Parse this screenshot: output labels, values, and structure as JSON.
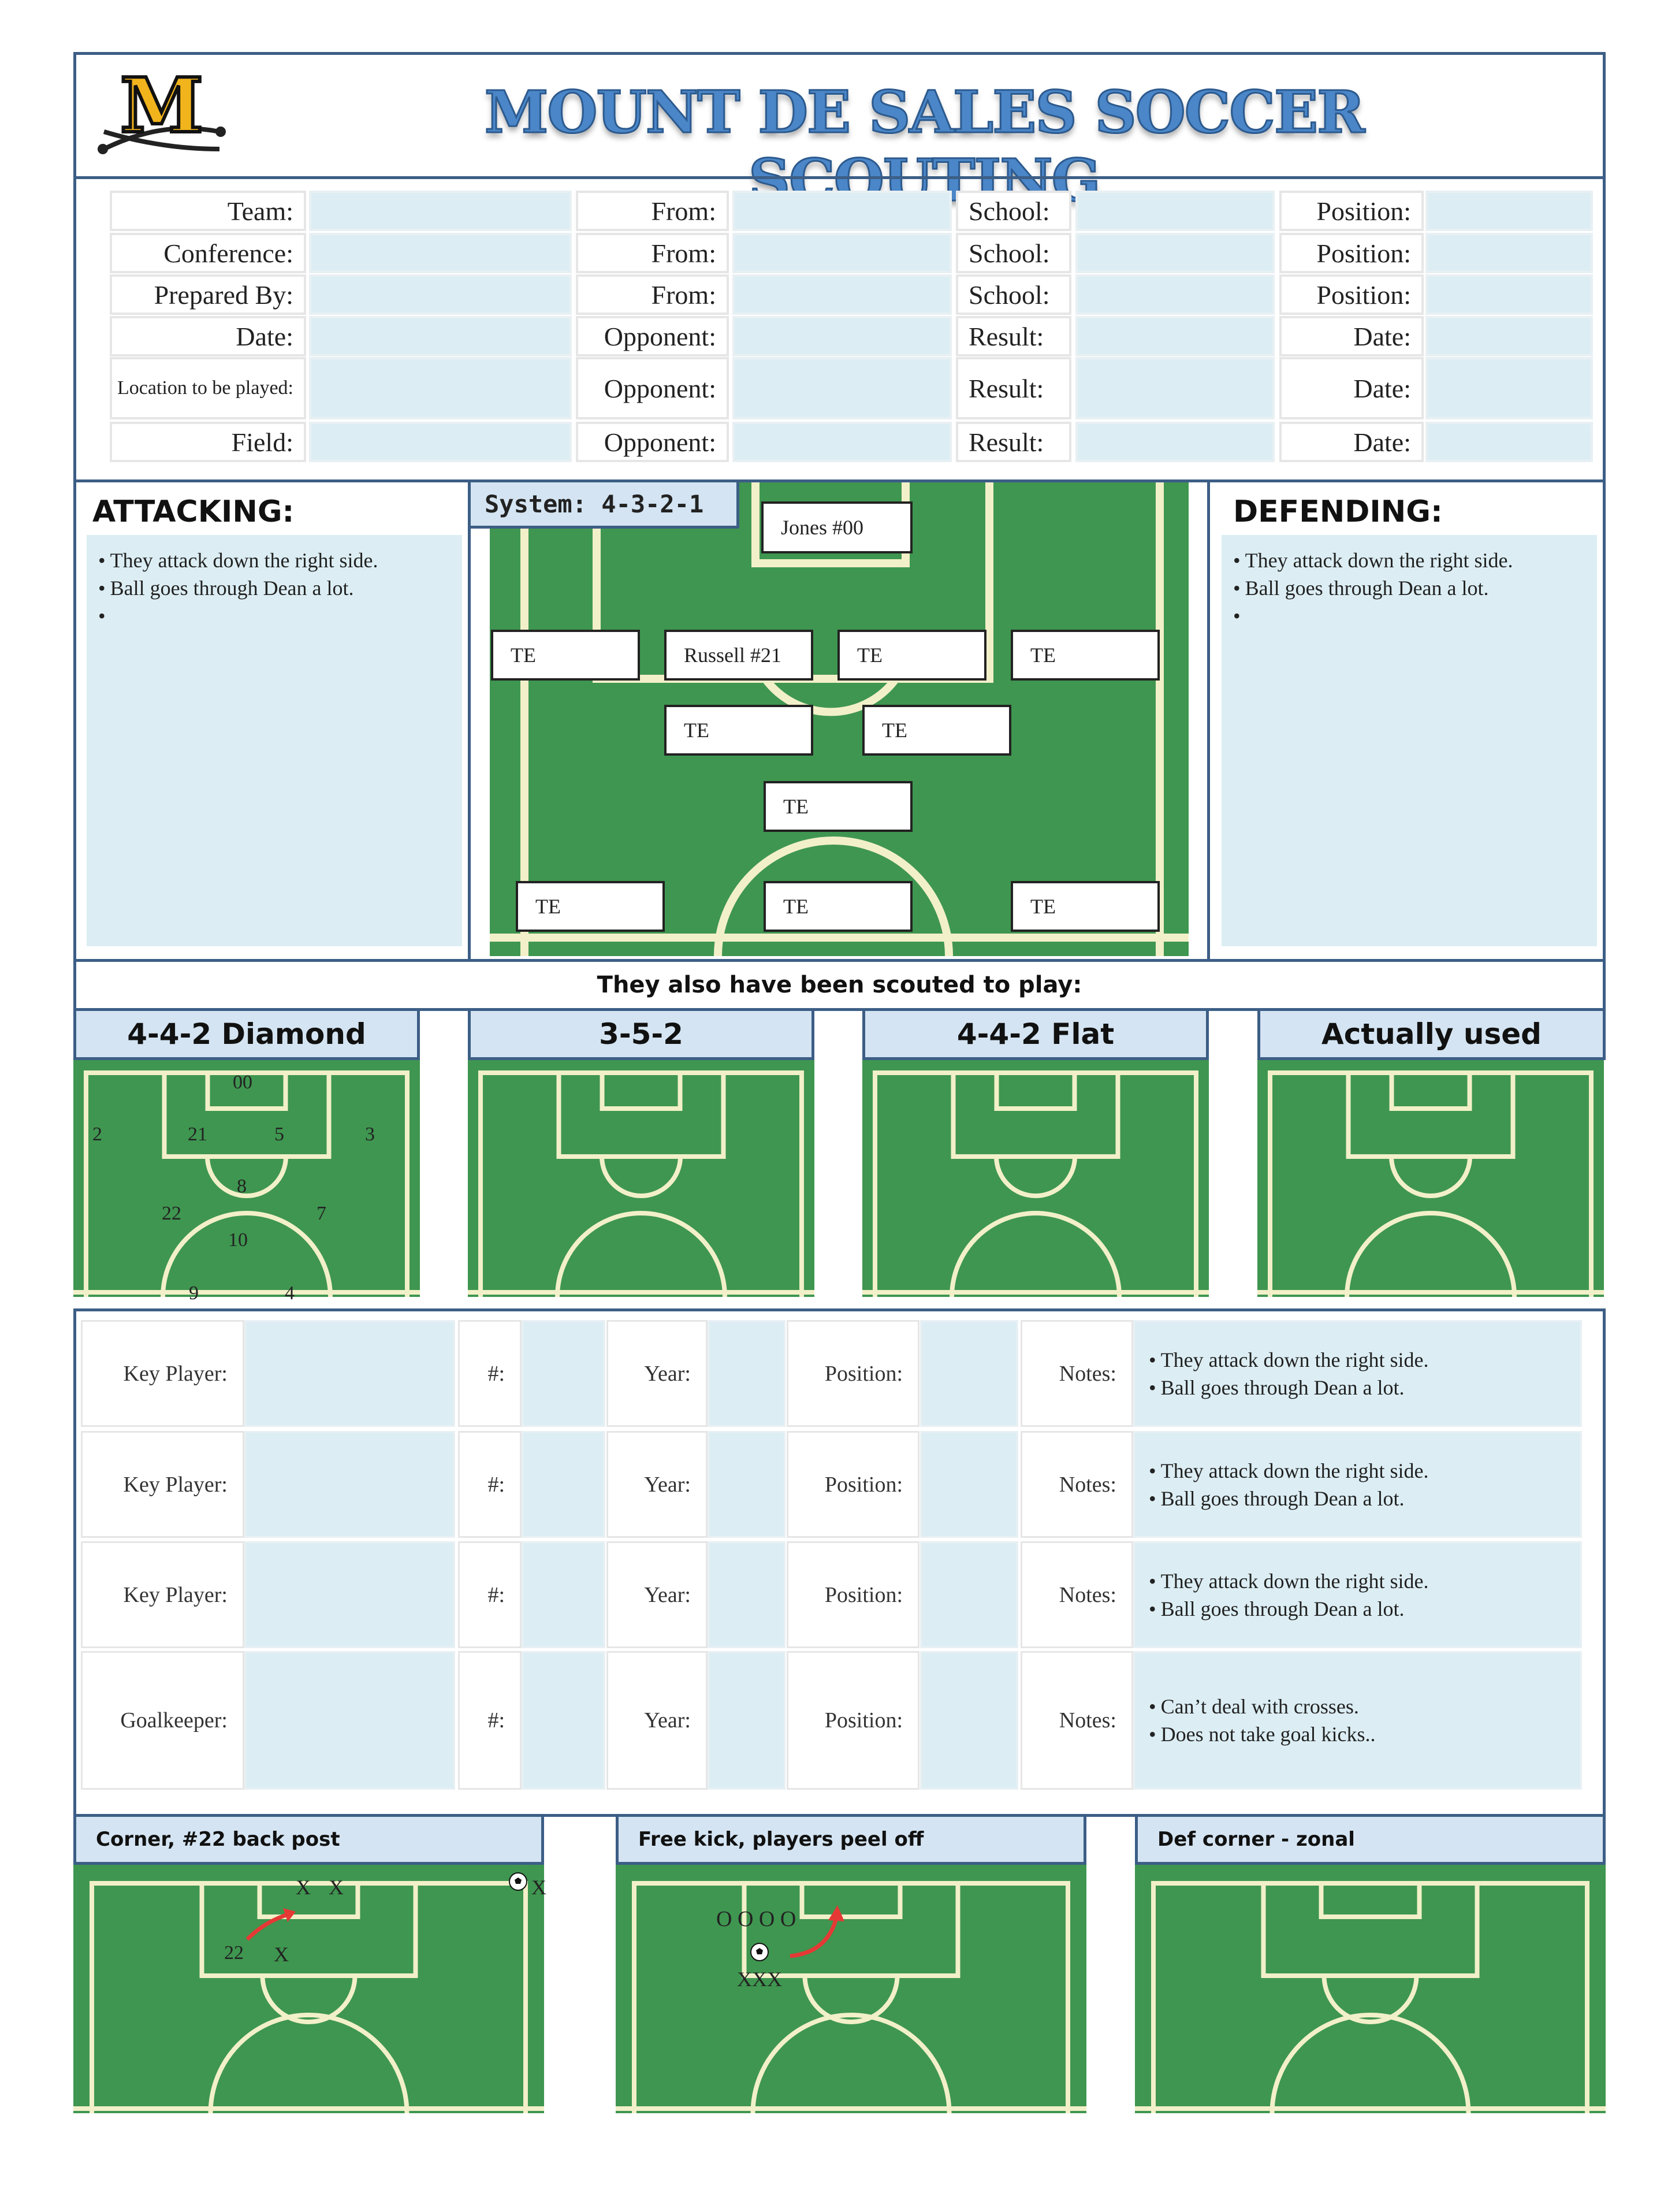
{
  "header": {
    "logo_letter": "M",
    "title": "MOUNT DE SALES SOCCER SCOUTING"
  },
  "info": {
    "col1": [
      "Team:",
      "Conference:",
      "Prepared By:",
      "Date:",
      "Location to be played:",
      "Field:"
    ],
    "col2": [
      "From:",
      "From:",
      "From:",
      "Opponent:",
      "Opponent:",
      "Opponent:"
    ],
    "col3": [
      "School:",
      "School:",
      "School:",
      "Result:",
      "Result:",
      "Result:"
    ],
    "col4": [
      "Position:",
      "Position:",
      "Position:",
      "Date:",
      "Date:",
      "Date:"
    ]
  },
  "attacking": {
    "title": "ATTACKING:",
    "bullets": [
      "They attack down the right side.",
      "Ball goes through Dean a lot.",
      ""
    ]
  },
  "defending": {
    "title": "DEFENDING:",
    "bullets": [
      "They attack down the right side.",
      "Ball goes through Dean a lot.",
      ""
    ]
  },
  "system": {
    "label": "System: 4-3-2-1",
    "players": {
      "gk": "Jones #00",
      "row1": [
        "TE",
        "Russell #21",
        "TE",
        "TE"
      ],
      "row2": [
        "TE",
        "TE"
      ],
      "row3": [
        "TE"
      ],
      "row4": [
        "TE",
        "TE",
        "TE"
      ]
    }
  },
  "scouted": {
    "title": "They also have been scouted to play:",
    "formations": [
      "4-4-2 Diamond",
      "3-5-2",
      "4-4-2 Flat",
      "Actually used"
    ],
    "diamond_numbers": [
      "00",
      "2",
      "21",
      "5",
      "3",
      "8",
      "22",
      "7",
      "10",
      "9",
      "4"
    ]
  },
  "key_players": {
    "rows": [
      {
        "label": "Key Player:",
        "num": "#:",
        "year": "Year:",
        "position": "Position:",
        "notes_label": "Notes:",
        "notes": [
          "They attack down the right side.",
          "Ball goes through Dean a lot."
        ]
      },
      {
        "label": "Key Player:",
        "num": "#:",
        "year": "Year:",
        "position": "Position:",
        "notes_label": "Notes:",
        "notes": [
          "They attack down the right side.",
          "Ball goes through Dean a lot."
        ]
      },
      {
        "label": "Key Player:",
        "num": "#:",
        "year": "Year:",
        "position": "Position:",
        "notes_label": "Notes:",
        "notes": [
          "They attack down the right side.",
          "Ball goes through Dean a lot."
        ]
      },
      {
        "label": "Goalkeeper:",
        "num": "#:",
        "year": "Year:",
        "position": "Position:",
        "notes_label": "Notes:",
        "notes": [
          "Can’t deal with crosses.",
          "Does not take goal kicks.."
        ]
      }
    ]
  },
  "set_pieces": [
    {
      "title": "Corner, #22 back post",
      "marks": [
        "X X",
        "X",
        "22",
        "X"
      ]
    },
    {
      "title": "Free kick, players peel off",
      "marks": [
        "O O O O",
        "XXX"
      ]
    },
    {
      "title": "Def corner - zonal",
      "marks": []
    }
  ],
  "colors": {
    "pitch": "#3f9650",
    "frame": "#3c5e86",
    "field_blue": "#dceef4",
    "header_blue": "#d4e4f2",
    "title_blue": "#4a86c8",
    "arrow": "#e53935"
  }
}
